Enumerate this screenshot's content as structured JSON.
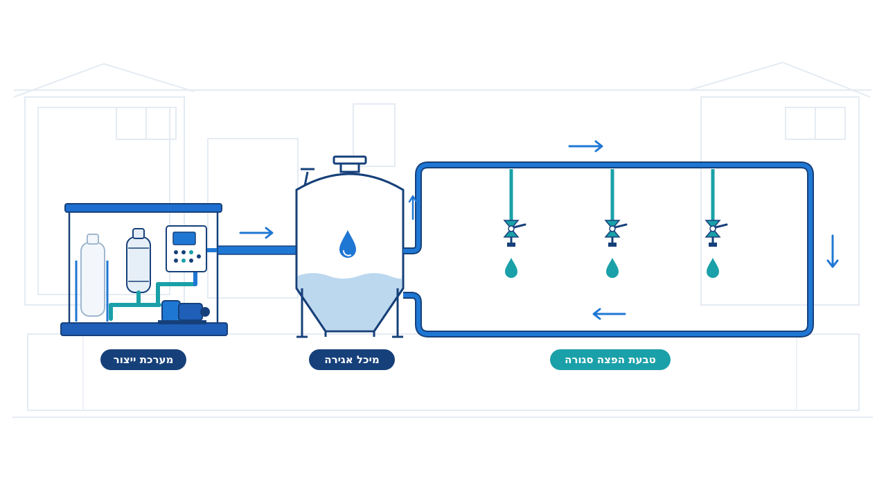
{
  "labels": {
    "production": "מערכת ייצור",
    "storage": "מיכל אגירה",
    "distribution": "טבעת הפצה סגורה"
  },
  "colors": {
    "pipe_blue": "#1f77d4",
    "navy": "#16407a",
    "teal": "#1aa0a8",
    "water_light": "#bcd8ef",
    "background_outline": "#e4ebf3"
  },
  "icons": {
    "flow_arrows": "arrow-icon",
    "water_drop": "water-drop-icon",
    "faucet": "faucet-icon"
  }
}
